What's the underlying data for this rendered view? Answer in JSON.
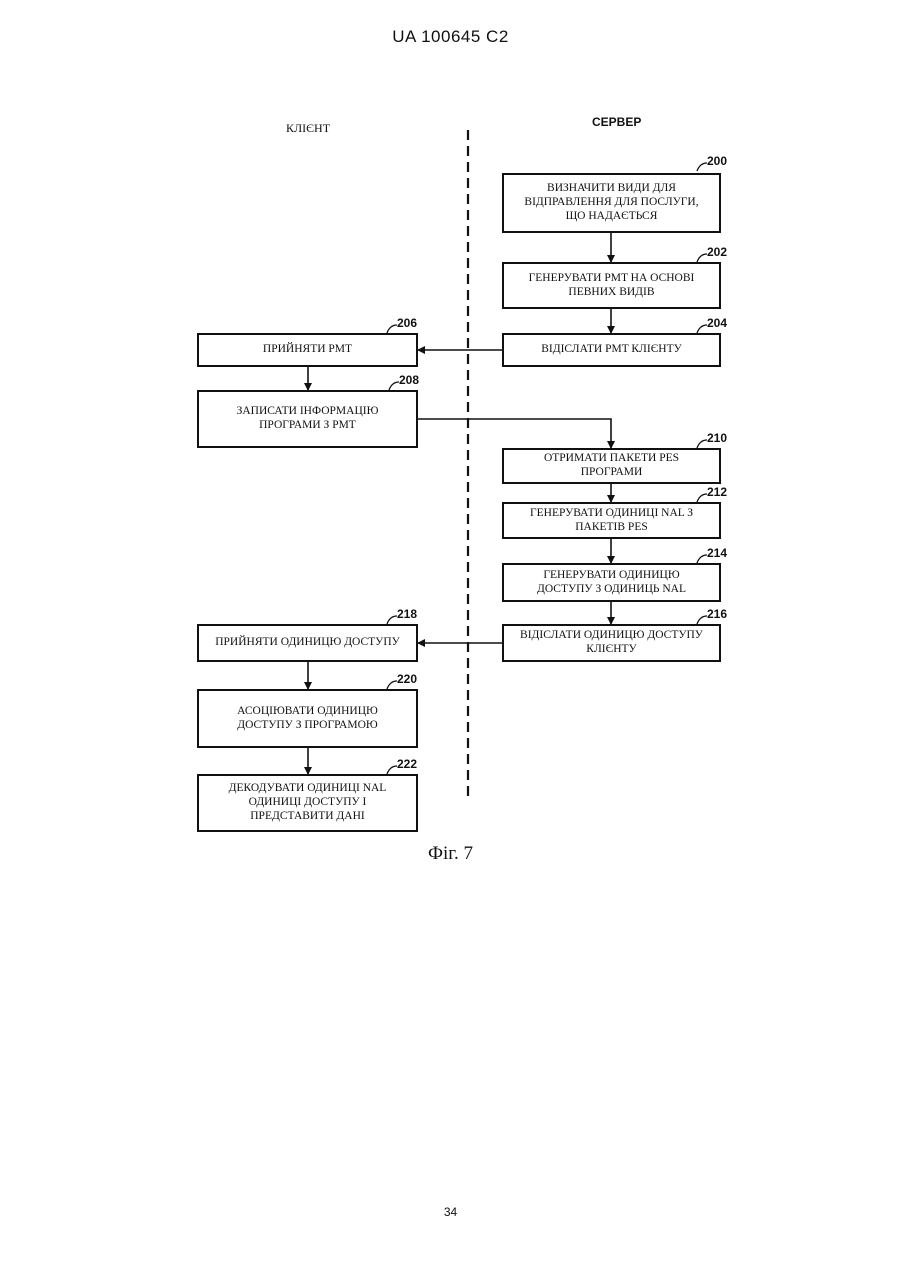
{
  "header": {
    "patent_number": "UA   100645   C2"
  },
  "columns": {
    "client": "КЛІЄНТ",
    "server": "СЕРВЕР"
  },
  "steps": {
    "s200": {
      "ref": "200",
      "text": "ВИЗНАЧИТИ ВИДИ ДЛЯ\nВІДПРАВЛЕННЯ ДЛЯ ПОСЛУГИ,\nЩО НАДАЄТЬСЯ"
    },
    "s202": {
      "ref": "202",
      "text": "ГЕНЕРУВАТИ PMT НА ОСНОВІ\nПЕВНИХ ВИДІВ"
    },
    "s204": {
      "ref": "204",
      "text": "ВІДІСЛАТИ PMT КЛІЄНТУ"
    },
    "s206": {
      "ref": "206",
      "text": "ПРИЙНЯТИ PMT"
    },
    "s208": {
      "ref": "208",
      "text": "ЗАПИСАТИ ІНФОРМАЦІЮ\nПРОГРАМИ З PMT"
    },
    "s210": {
      "ref": "210",
      "text": "ОТРИМАТИ ПАКЕТИ PES\nПРОГРАМИ"
    },
    "s212": {
      "ref": "212",
      "text": "ГЕНЕРУВАТИ ОДИНИЦІ NAL З\nПАКЕТІВ PES"
    },
    "s214": {
      "ref": "214",
      "text": "ГЕНЕРУВАТИ ОДИНИЦЮ\nДОСТУПУ З ОДИНИЦЬ NAL"
    },
    "s216": {
      "ref": "216",
      "text": "ВІДІСЛАТИ ОДИНИЦЮ ДОСТУПУ\nКЛІЄНТУ"
    },
    "s218": {
      "ref": "218",
      "text": "ПРИЙНЯТИ ОДИНИЦЮ ДОСТУПУ"
    },
    "s220": {
      "ref": "220",
      "text": "АСОЦІЮВАТИ ОДИНИЦЮ\nДОСТУПУ З ПРОГРАМОЮ"
    },
    "s222": {
      "ref": "222",
      "text": "ДЕКОДУВАТИ ОДИНИЦІ NAL\nОДИНИЦІ ДОСТУПУ І\nПРЕДСТАВИТИ ДАНІ"
    }
  },
  "figure_caption": "Фіг. 7",
  "page_number": "34"
}
